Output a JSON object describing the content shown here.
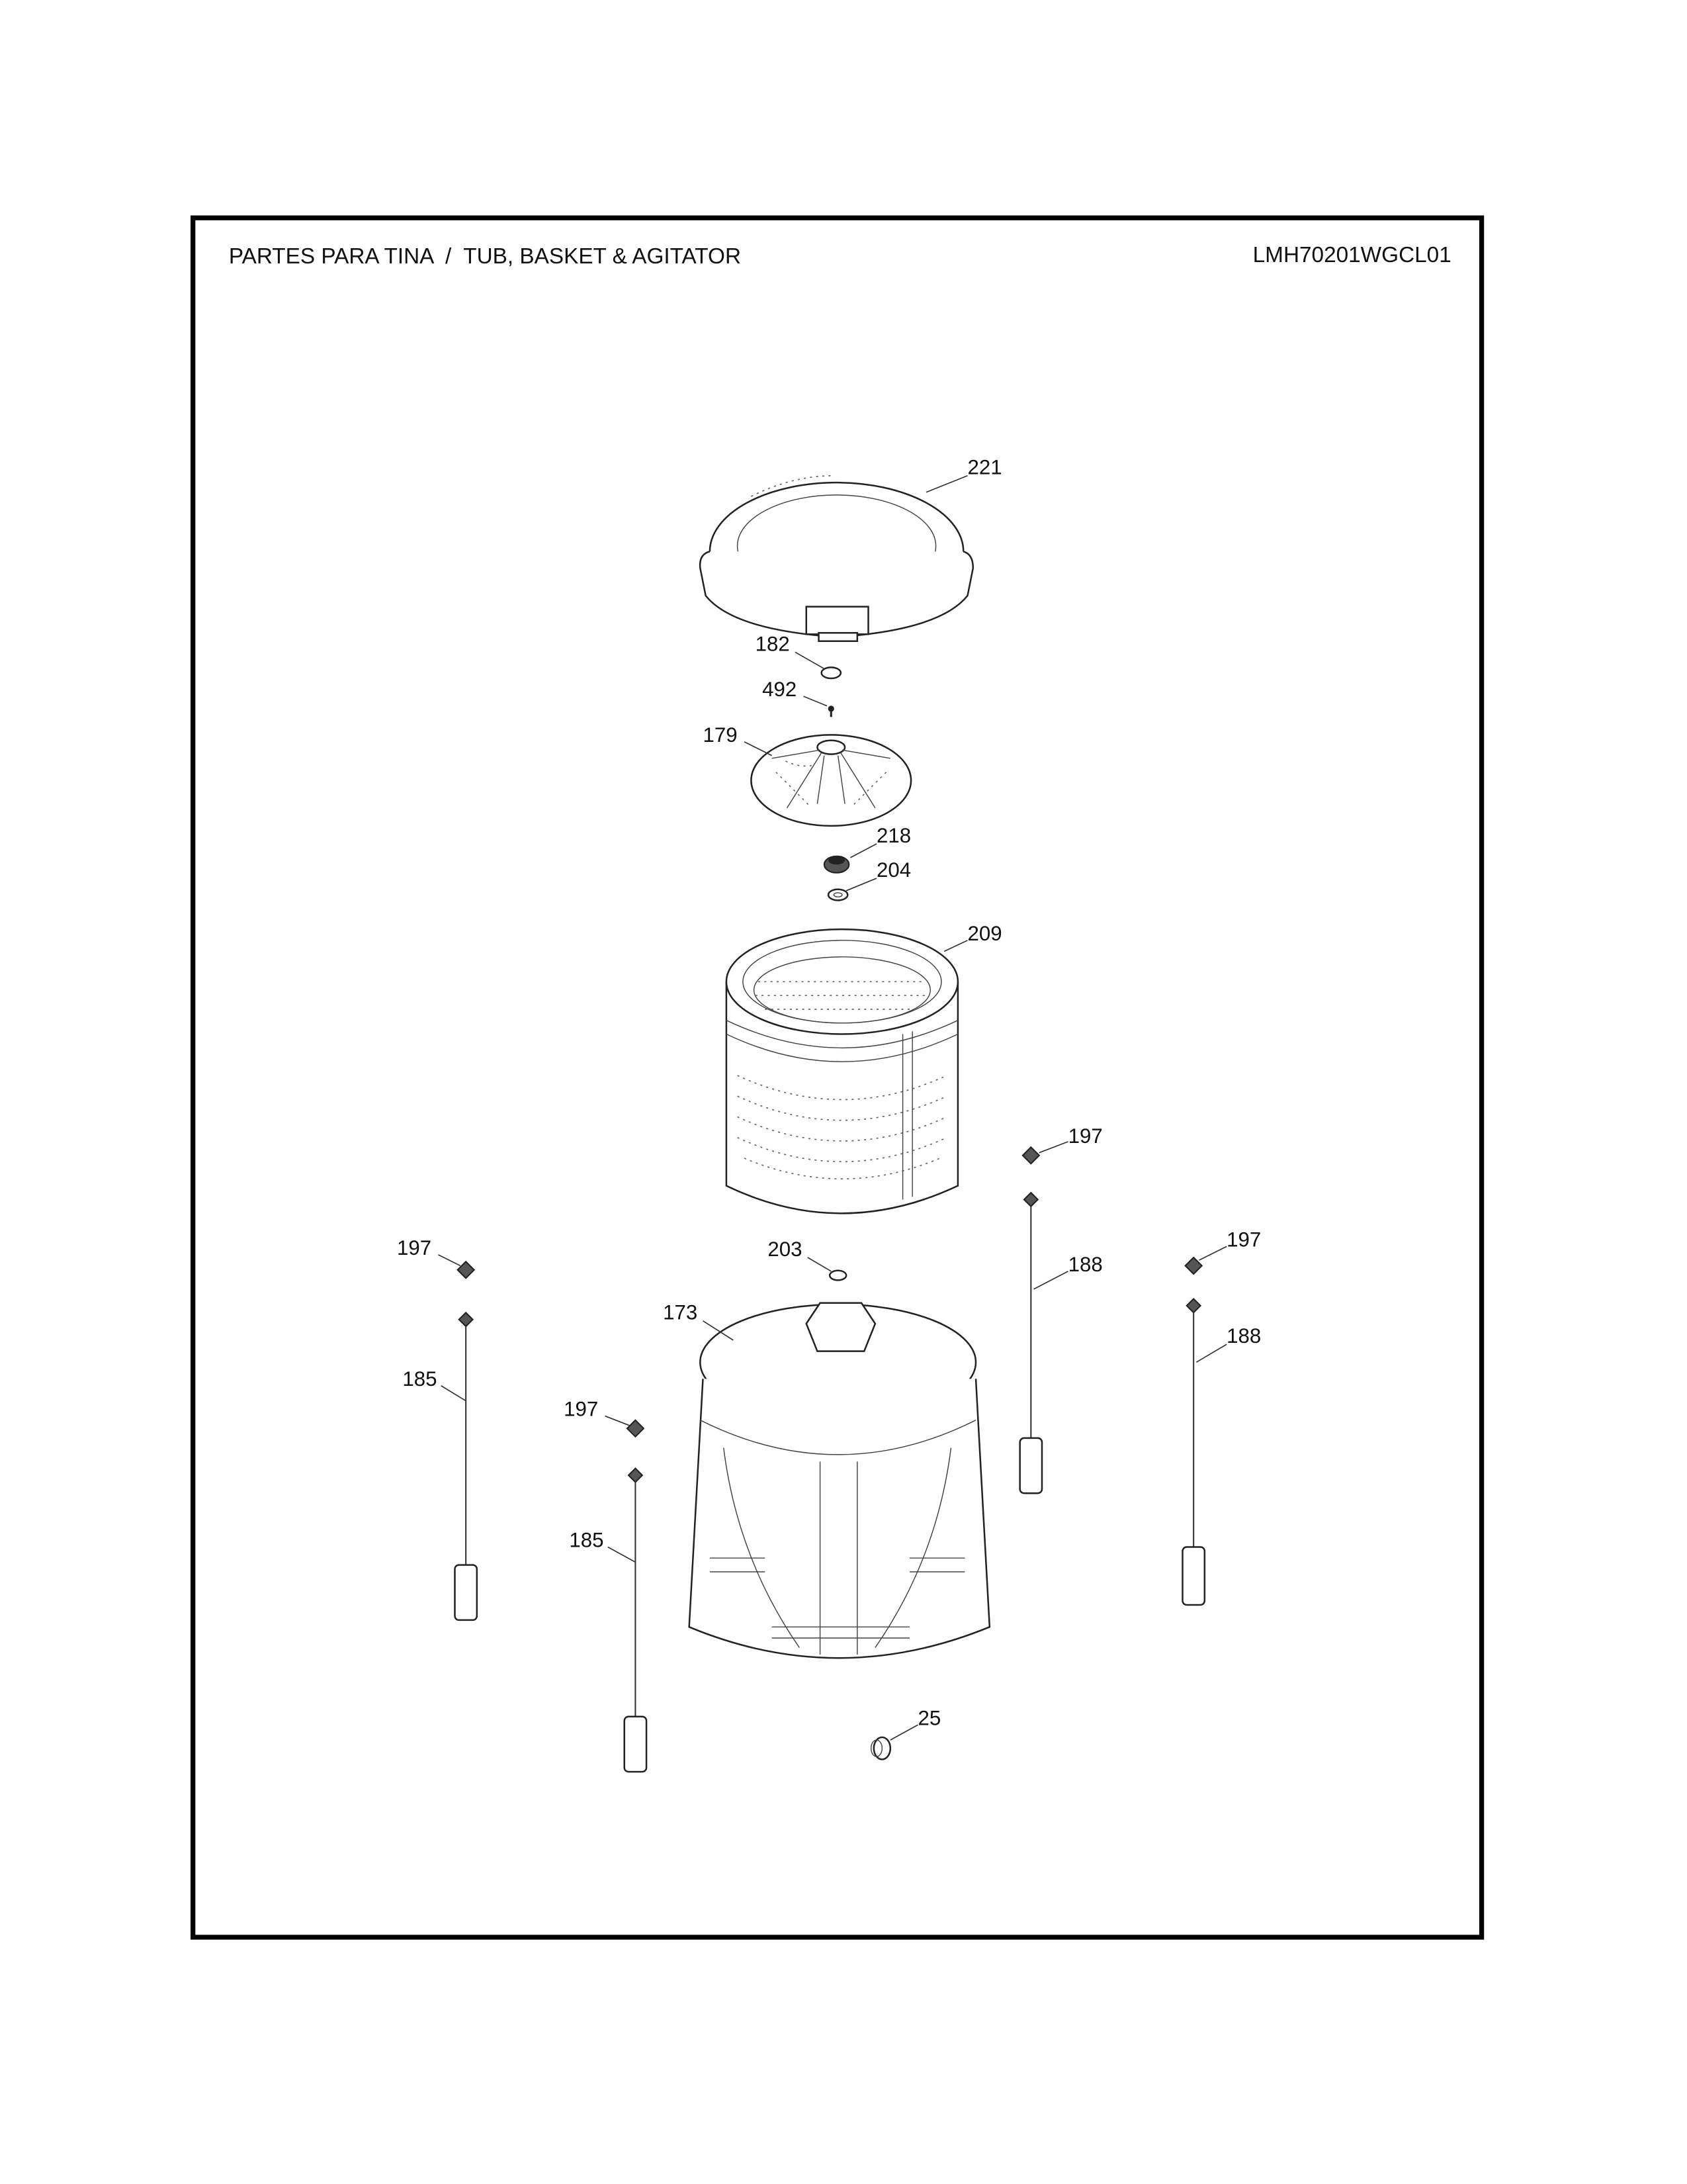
{
  "header": {
    "title": "PARTES PARA TINA  /  TUB, BASKET & AGITATOR",
    "model": "LMH70201WGCL01"
  },
  "callouts": {
    "c221": "221",
    "c182": "182",
    "c492": "492",
    "c179": "179",
    "c218": "218",
    "c204": "204",
    "c209": "209",
    "c197a": "197",
    "c188a": "188",
    "c197b": "197",
    "c188b": "188",
    "c203": "203",
    "c173": "173",
    "c197c": "197",
    "c185a": "185",
    "c197d": "197",
    "c185b": "185",
    "c25": "25"
  }
}
